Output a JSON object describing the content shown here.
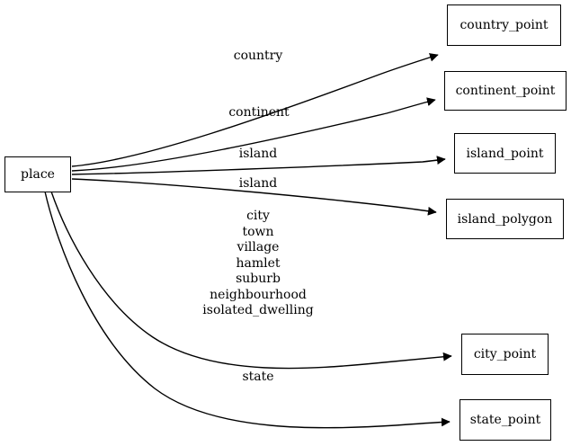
{
  "diagram": {
    "type": "directed-graph",
    "title": "place",
    "background_color": "#ffffff",
    "line_color": "#000000",
    "text_color": "#000000",
    "source_node": {
      "id": "place",
      "label": "place"
    },
    "target_nodes": [
      {
        "id": "country_point",
        "label": "country_point"
      },
      {
        "id": "continent_point",
        "label": "continent_point"
      },
      {
        "id": "island_point",
        "label": "island_point"
      },
      {
        "id": "island_polygon",
        "label": "island_polygon"
      },
      {
        "id": "city_point",
        "label": "city_point"
      },
      {
        "id": "state_point",
        "label": "state_point"
      }
    ],
    "edges": [
      {
        "from": "place",
        "to": "country_point",
        "label": "country"
      },
      {
        "from": "place",
        "to": "continent_point",
        "label": "continent"
      },
      {
        "from": "place",
        "to": "island_point",
        "label": "island"
      },
      {
        "from": "place",
        "to": "island_polygon",
        "label": "island"
      },
      {
        "from": "place",
        "to": "city_point",
        "label": "city\ntown\nvillage\nhamlet\nsuburb\nneighbourhood\nisolated_dwelling"
      },
      {
        "from": "place",
        "to": "state_point",
        "label": "state"
      }
    ],
    "edge_labels": {
      "country": "country",
      "continent": "continent",
      "island_a": "island",
      "island_b": "island",
      "city_multi": [
        "city",
        "town",
        "village",
        "hamlet",
        "suburb",
        "neighbourhood",
        "isolated_dwelling"
      ],
      "state": "state"
    }
  }
}
